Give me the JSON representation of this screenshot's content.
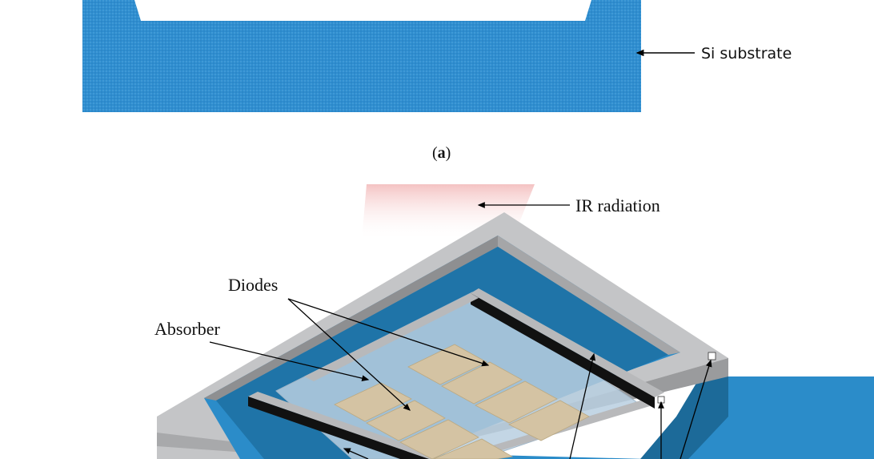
{
  "panel_a": {
    "substrate_label": "Si substrate",
    "caption_letter": "a",
    "substrate_color": "#2f8ed0"
  },
  "panel_b": {
    "labels": {
      "ir": "IR radiation",
      "diodes": "Diodes",
      "absorber": "Absorber"
    },
    "colors": {
      "frame_top": "#c4c5c7",
      "frame_side": "#9a9b9d",
      "blue": "#2b8cc9",
      "blue_dark": "#1c6a99",
      "membrane": "#b9cfe0",
      "diode": "#d4c3a3",
      "beam_dark": "#111111"
    }
  }
}
